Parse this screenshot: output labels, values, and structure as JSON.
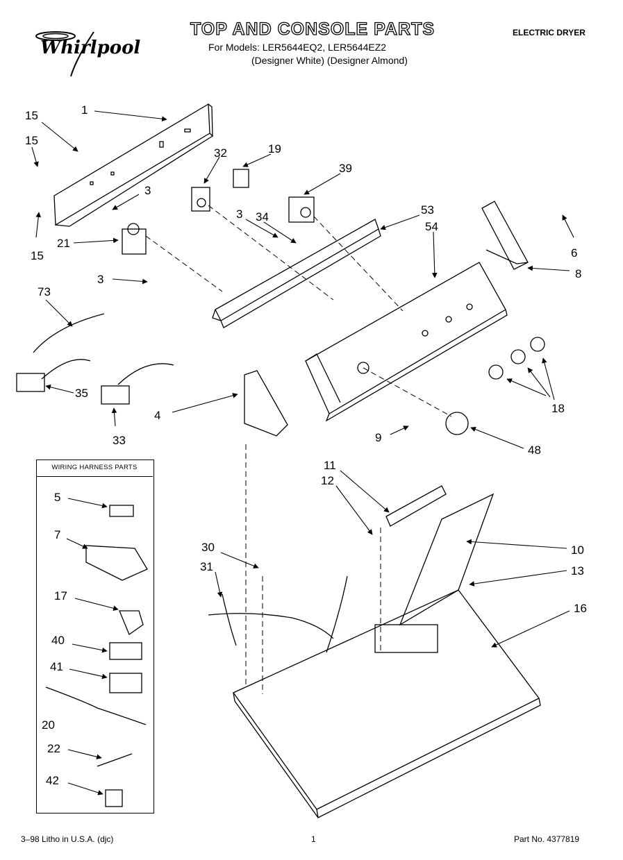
{
  "header": {
    "brand": "Whirlpool",
    "title": "TOP AND CONSOLE PARTS",
    "models_line": "For Models: LER5644EQ2, LER5644EZ2",
    "colors_line": "(Designer White) (Designer Almond)",
    "product": "ELECTRIC DRYER"
  },
  "harness_box": {
    "title": "WIRING HARNESS PARTS"
  },
  "footer": {
    "litho": "3–98 Litho in U.S.A. (djc)",
    "page": "1",
    "part_no": "Part No. 4377819"
  },
  "callouts": [
    {
      "id": "c1",
      "label": "1"
    },
    {
      "id": "c15a",
      "label": "15"
    },
    {
      "id": "c15b",
      "label": "15"
    },
    {
      "id": "c15c",
      "label": "15"
    },
    {
      "id": "c3a",
      "label": "3"
    },
    {
      "id": "c21",
      "label": "21"
    },
    {
      "id": "c3b",
      "label": "3"
    },
    {
      "id": "c32",
      "label": "32"
    },
    {
      "id": "c19",
      "label": "19"
    },
    {
      "id": "c39",
      "label": "39"
    },
    {
      "id": "c3c",
      "label": "3"
    },
    {
      "id": "c34",
      "label": "34"
    },
    {
      "id": "c53",
      "label": "53"
    },
    {
      "id": "c54",
      "label": "54"
    },
    {
      "id": "c6",
      "label": "6"
    },
    {
      "id": "c8",
      "label": "8"
    },
    {
      "id": "c73",
      "label": "73"
    },
    {
      "id": "c35",
      "label": "35"
    },
    {
      "id": "c33",
      "label": "33"
    },
    {
      "id": "c4",
      "label": "4"
    },
    {
      "id": "c18",
      "label": "18"
    },
    {
      "id": "c9",
      "label": "9"
    },
    {
      "id": "c48",
      "label": "48"
    },
    {
      "id": "c11",
      "label": "11"
    },
    {
      "id": "c12",
      "label": "12"
    },
    {
      "id": "c10",
      "label": "10"
    },
    {
      "id": "c13",
      "label": "13"
    },
    {
      "id": "c16",
      "label": "16"
    },
    {
      "id": "c30",
      "label": "30"
    },
    {
      "id": "c31",
      "label": "31"
    },
    {
      "id": "c5",
      "label": "5"
    },
    {
      "id": "c7",
      "label": "7"
    },
    {
      "id": "c17",
      "label": "17"
    },
    {
      "id": "c40",
      "label": "40"
    },
    {
      "id": "c41",
      "label": "41"
    },
    {
      "id": "c20",
      "label": "20"
    },
    {
      "id": "c22",
      "label": "22"
    },
    {
      "id": "c42",
      "label": "42"
    }
  ]
}
